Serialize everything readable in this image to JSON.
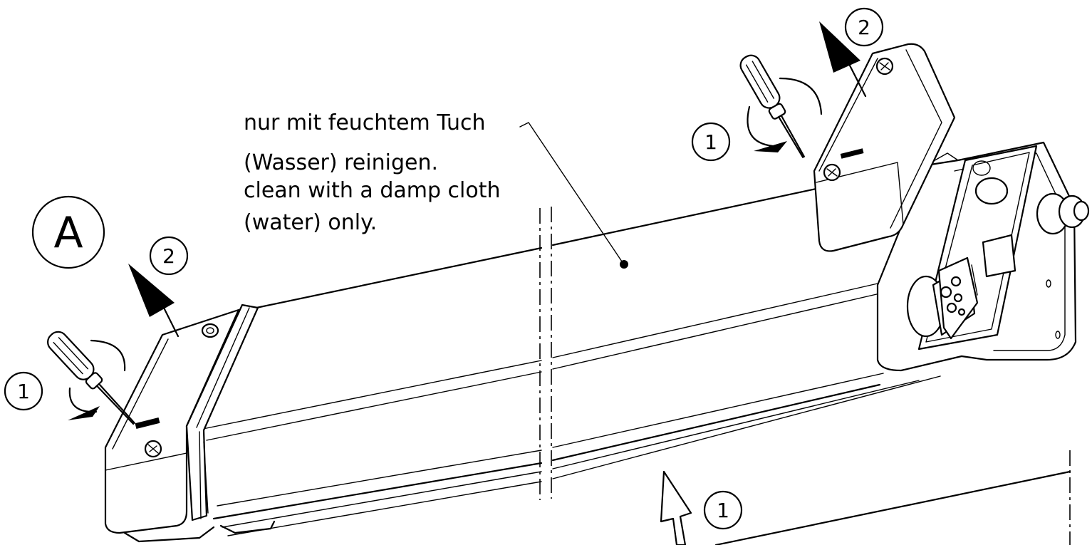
{
  "labels": {
    "view": "A",
    "step_1": "1",
    "step_2": "2"
  },
  "note": {
    "line_1": "nur mit feuchtem Tuch",
    "line_2": "(Wasser) reinigen.",
    "line_3": "clean with a damp cloth",
    "line_4": "(water) only."
  },
  "colors": {
    "line": "#000000",
    "background": "#ffffff"
  }
}
